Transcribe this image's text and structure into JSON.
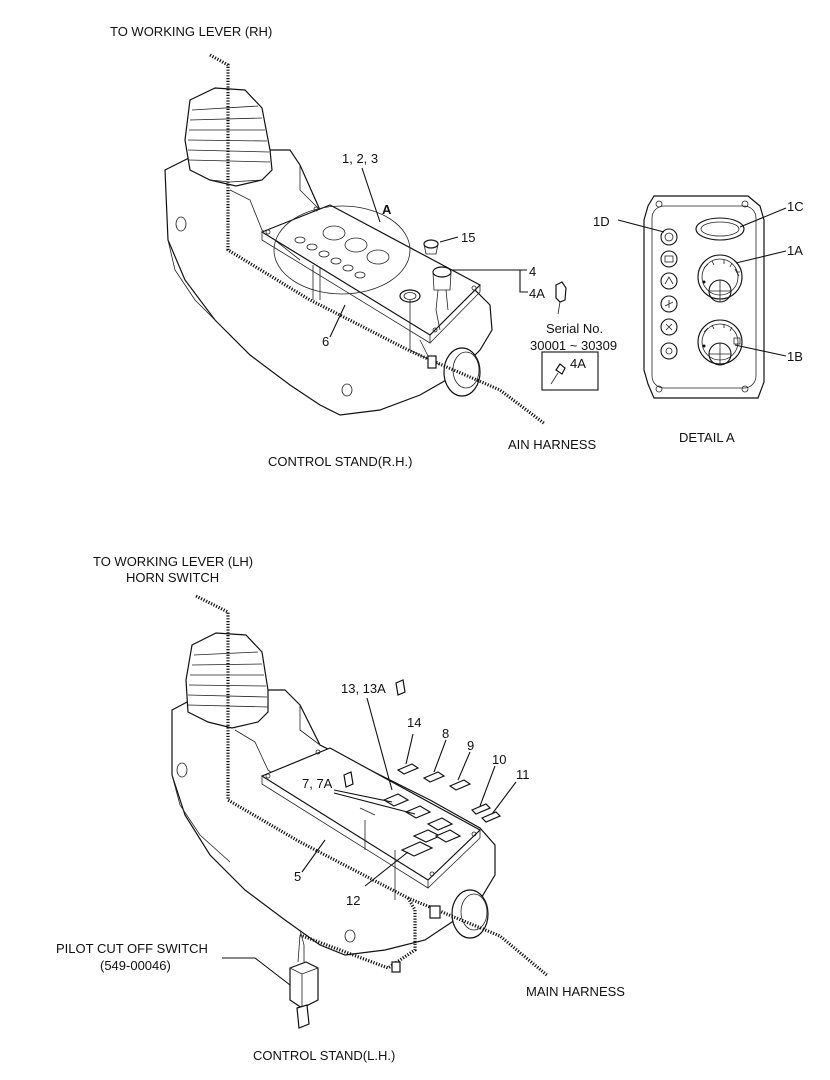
{
  "rh": {
    "to_working_lever": "TO WORKING LEVER (RH)",
    "callout_123": "1, 2, 3",
    "callout_a": "A",
    "callout_15": "15",
    "callout_4": "4",
    "callout_4a": "4A",
    "callout_6": "6",
    "serial_label": "Serial No.",
    "serial_range": "30001 ~ 30309",
    "serial_4a": "4A",
    "main_harness": "AIN HARNESS",
    "stand_title": "CONTROL STAND(R.H.)"
  },
  "detail": {
    "label_1c": "1C",
    "label_1d": "1D",
    "label_1a": "1A",
    "label_1b": "1B",
    "title": "DETAIL  A"
  },
  "lh": {
    "to_working_lever": "TO WORKING LEVER (LH)",
    "horn_switch": "HORN SWITCH",
    "callout_13": "13, 13A",
    "callout_14": "14",
    "callout_8": "8",
    "callout_9": "9",
    "callout_10": "10",
    "callout_11": "11",
    "callout_7": "7, 7A",
    "callout_5": "5",
    "callout_12": "12",
    "pilot_switch": "PILOT CUT OFF SWITCH",
    "pilot_part": "(549-00046)",
    "main_harness": "MAIN HARNESS",
    "stand_title": "CONTROL STAND(L.H.)"
  }
}
